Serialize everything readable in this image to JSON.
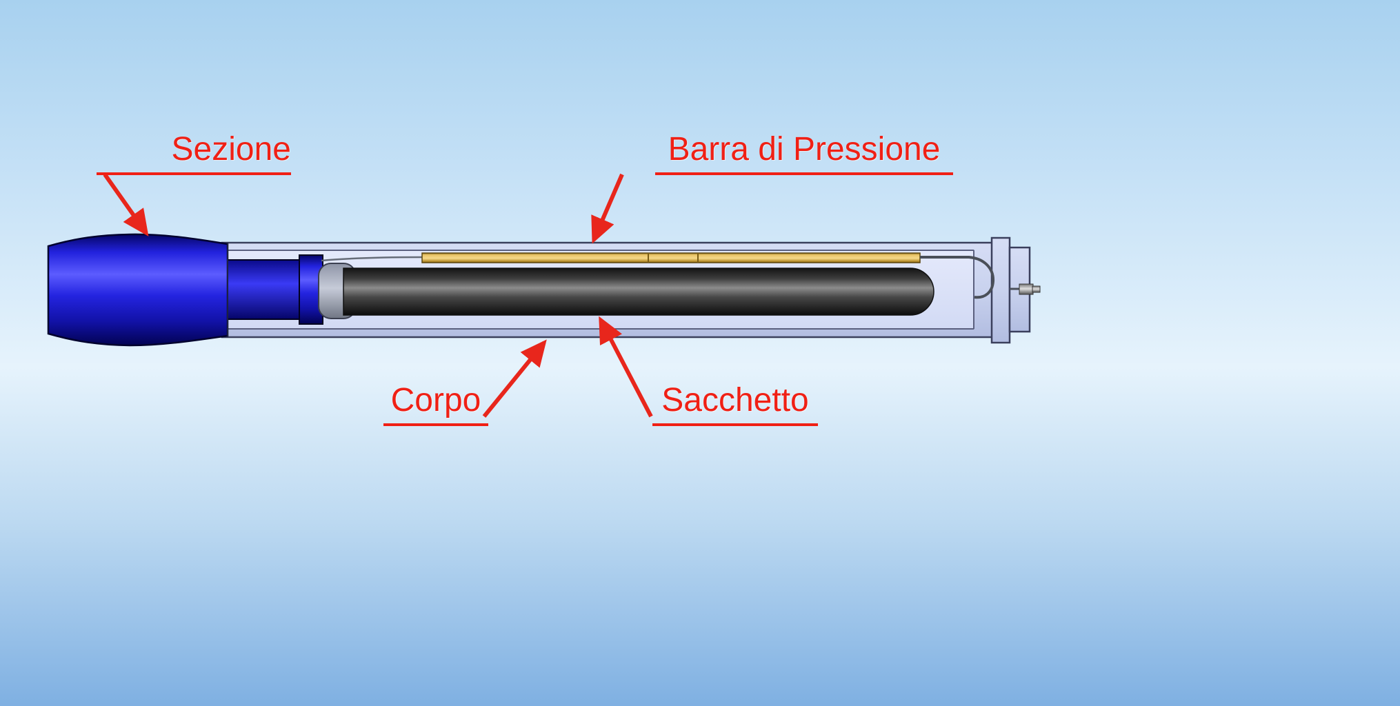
{
  "diagram": {
    "subject": "fountain-pen-cross-section",
    "labels": {
      "sezione": {
        "text": "Sezione",
        "points_to": "grip-section"
      },
      "barra_di_pressione": {
        "text": "Barra di Pressione",
        "points_to": "pressure-bar"
      },
      "corpo": {
        "text": "Corpo",
        "points_to": "barrel-body"
      },
      "sacchetto": {
        "text": "Sacchetto",
        "points_to": "ink-sac"
      }
    },
    "colors": {
      "label_text": "#f02015",
      "arrow_red": "#e8261c",
      "section_blue": "#2a2af0",
      "body_lavender": "#c9d2ee",
      "interior_lavender": "#dfe5f8",
      "sac_gray": "#3c3c3c",
      "pressure_bar_gold": "#e2b653",
      "outline_dark": "#3a3f5c"
    }
  }
}
